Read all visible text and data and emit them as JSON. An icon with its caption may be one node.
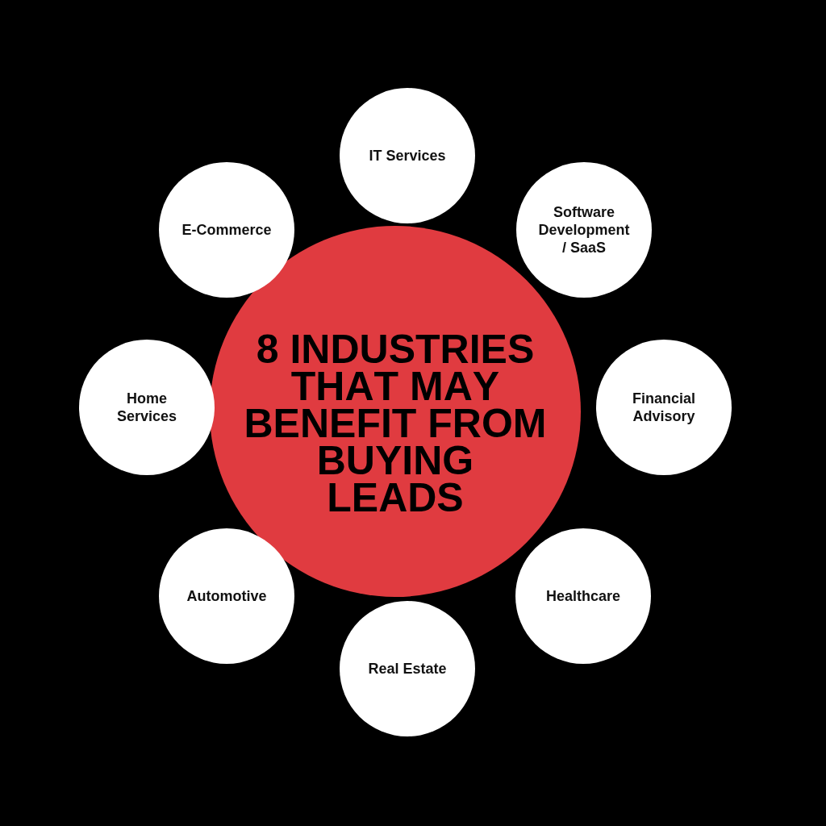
{
  "diagram": {
    "nodes": [
      {
        "text": [
          "8 INDUSTRIES THAT MAY BENEFIT FROM BUYING LEADS"
        ]
      },
      {
        "text": [
          "IT Services"
        ]
      },
      {
        "text": [
          "Software Development / SaaS"
        ]
      },
      {
        "text": [
          "Financial Advisory"
        ]
      },
      {
        "text": [
          "Healthcare"
        ]
      },
      {
        "text": [
          "Real Estate"
        ]
      },
      {
        "text": [
          "Automotive"
        ]
      },
      {
        "text": [
          "Home Services"
        ]
      },
      {
        "text": [
          "E-Commerce"
        ]
      }
    ]
  }
}
